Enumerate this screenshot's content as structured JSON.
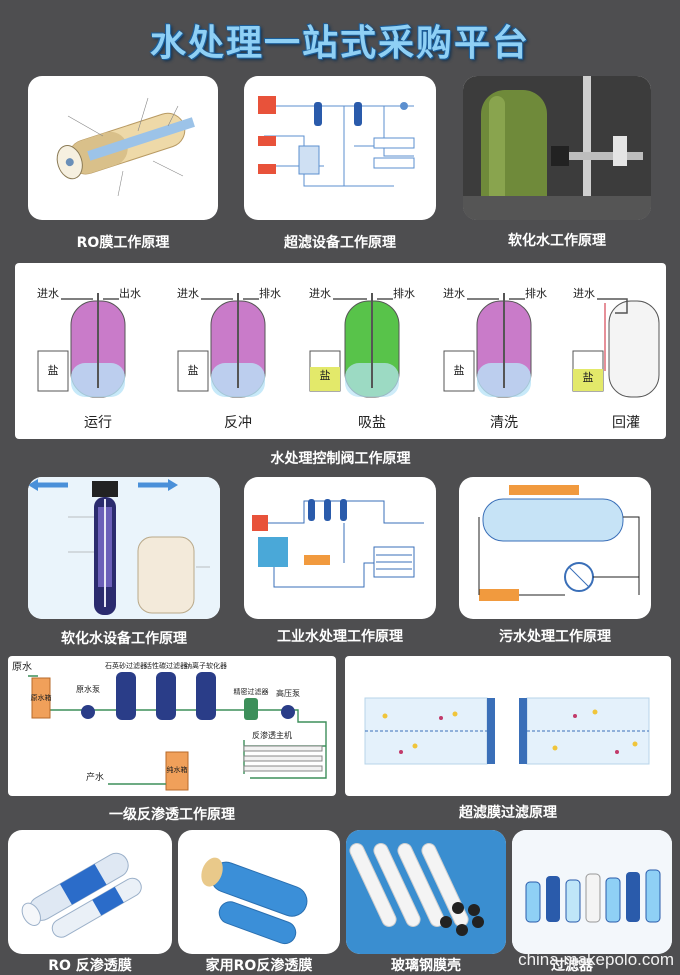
{
  "title": "水处理一站式采购平台",
  "captions": {
    "ro_membrane": "RO膜工作原理",
    "uf_equipment": "超滤设备工作原理",
    "softened_water": "软化水工作原理",
    "control_valve": "水处理控制阀工作原理",
    "softener_equipment": "软化水设备工作原理",
    "industrial_water": "工业水处理工作原理",
    "sewage": "污水处理工作原理",
    "primary_ro": "一级反渗透工作原理",
    "uf_membrane": "超滤膜过滤原理",
    "ro_product": "RO 反渗透膜",
    "home_ro": "家用RO反渗透膜",
    "frp_housing": "玻璃钢膜壳",
    "filter_housing": "过滤器"
  },
  "valve_diagram": {
    "inlet": "进水",
    "outlet_out": "出水",
    "outlet_drain": "排水",
    "salt": "盐",
    "stages": [
      "运行",
      "反冲",
      "吸盐",
      "清洗",
      "回灌"
    ]
  },
  "ro_diagram": {
    "raw_water_tank": "原水箱",
    "raw_water_label": "原水",
    "raw_pump": "原水泵",
    "sand_filter": "石英砂过滤器",
    "carbon_filter": "活性碳过滤器",
    "softener": "钠离子软化器",
    "precision_filter": "精密过滤器",
    "hp_pump": "高压泵",
    "ro_host": "反渗透主机",
    "pure_tank": "纯水箱",
    "product_water": "产水"
  },
  "watermark": "china.makepolo.com",
  "colors": {
    "background": "#4e4e50",
    "title": "#8fd0f5",
    "resin_purple": "#c97bc9",
    "salt_green": "#58c34a",
    "pipe_blue": "#3a6fb8"
  }
}
